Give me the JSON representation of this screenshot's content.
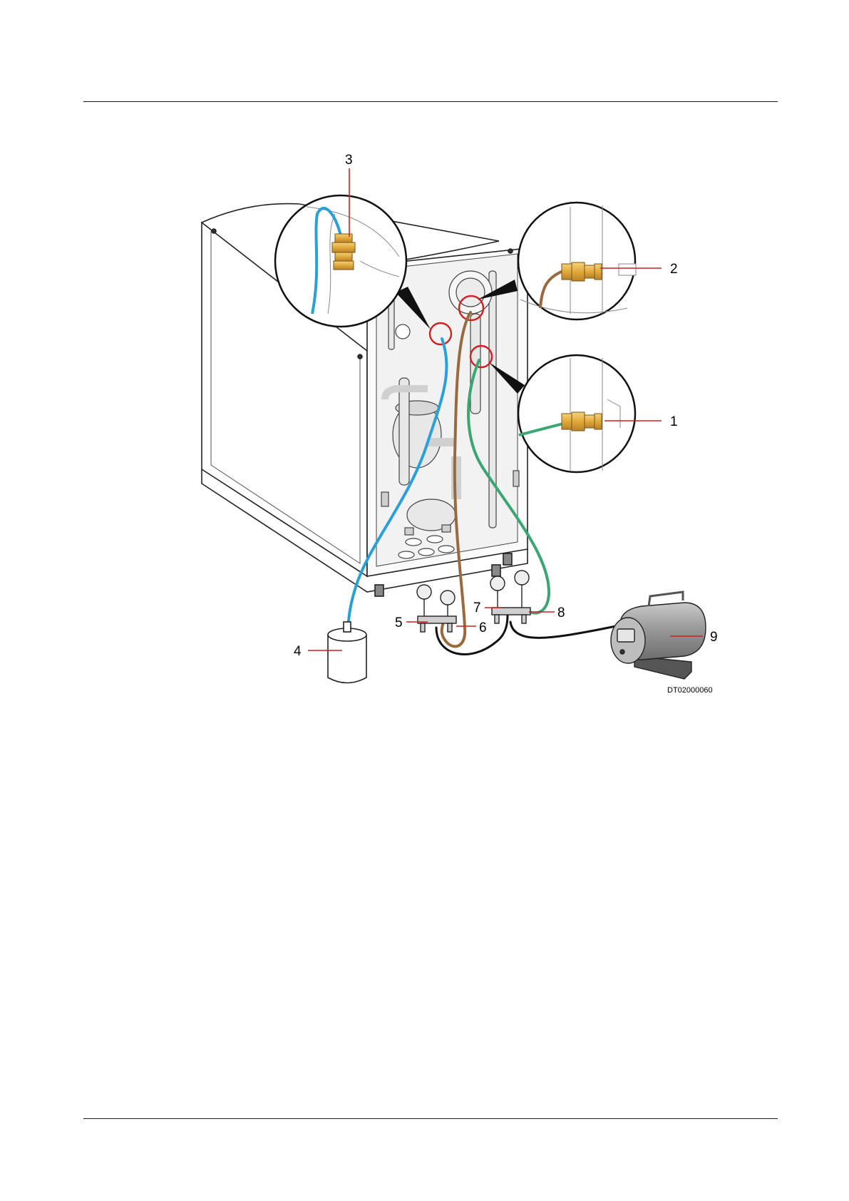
{
  "figure": {
    "figure_code": "DT02000060",
    "callouts": [
      "1",
      "2",
      "3",
      "4",
      "5",
      "6",
      "7",
      "8",
      "9"
    ]
  },
  "colors": {
    "blue_hose": "#2aa0d8",
    "brown_hose": "#9a6a3e",
    "green_hose": "#3aa672",
    "black_hose": "#111111",
    "callout_line": "#d21f1f",
    "fitting": "#e8b64a"
  }
}
